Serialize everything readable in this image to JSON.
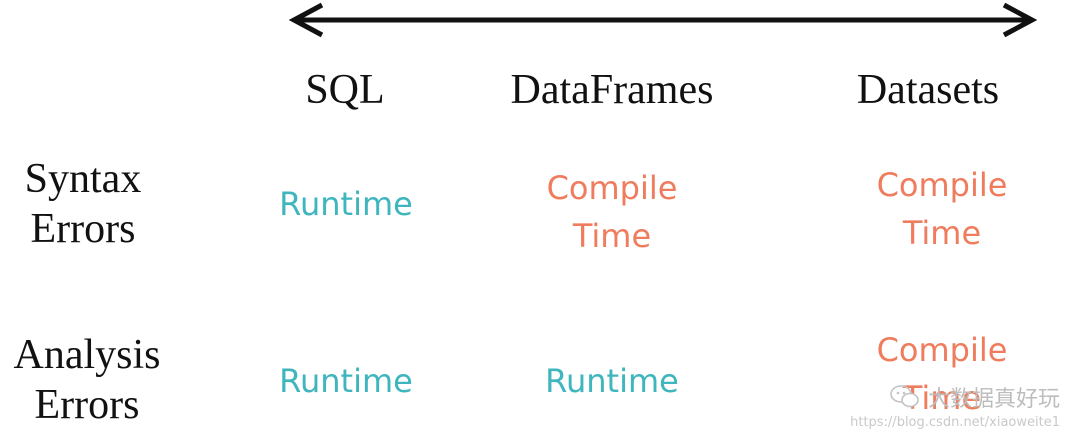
{
  "columns": [
    "SQL",
    "DataFrames",
    "Datasets"
  ],
  "rows": [
    {
      "label": "Syntax\nErrors",
      "cells": [
        {
          "text": "Runtime",
          "kind": "runtime"
        },
        {
          "text": "Compile\nTime",
          "kind": "compile"
        },
        {
          "text": "Compile\nTime",
          "kind": "compile"
        }
      ]
    },
    {
      "label": "Analysis\nErrors",
      "cells": [
        {
          "text": "Runtime",
          "kind": "runtime"
        },
        {
          "text": "Runtime",
          "kind": "runtime"
        },
        {
          "text": "Compile\nTime",
          "kind": "compile"
        }
      ]
    }
  ],
  "colors": {
    "runtime": "#3fb5be",
    "compile": "#ef7d5d",
    "arrow": "#111111"
  },
  "watermark": {
    "brand": "大数据真好玩",
    "url": "https://blog.csdn.net/xiaoweite1"
  }
}
